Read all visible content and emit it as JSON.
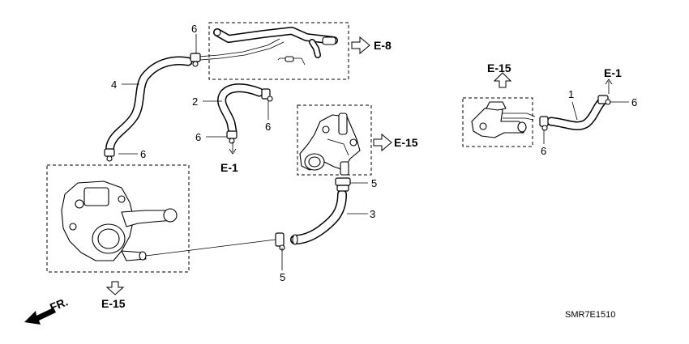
{
  "callouts": {
    "c1": "1",
    "c2": "2",
    "c3": "3",
    "c4": "4",
    "c5a": "5",
    "c5b": "5",
    "c6a": "6",
    "c6b": "6",
    "c6c": "6",
    "c6d": "6",
    "c6e": "6",
    "c6f": "6"
  },
  "references": {
    "e8": "E-8",
    "e15_mid": "E-15",
    "e15_right": "E-15",
    "e15_bottom": "E-15",
    "e1_mid": "E-1",
    "e1_right": "E-1"
  },
  "front_label": "FR.",
  "diagram_code": "SMR7E1510"
}
